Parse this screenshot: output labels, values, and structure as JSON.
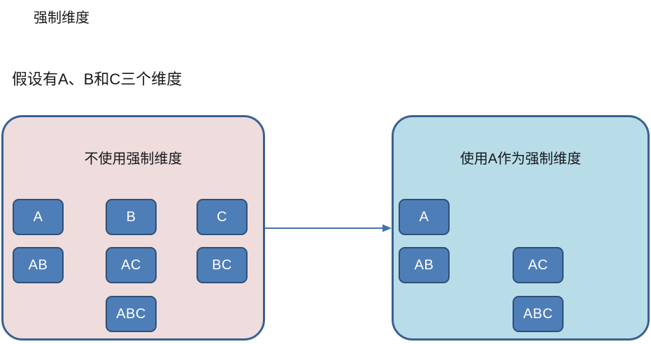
{
  "page": {
    "title": "强制维度",
    "assumption": "假设有A、B和C三个维度"
  },
  "colors": {
    "panel_border": "#39618f",
    "panel_left_fill": "#efdcdc",
    "panel_right_fill": "#b8dde8",
    "chip_fill": "#4e7eb8",
    "chip_border": "#2e5077",
    "chip_text": "#ffffff",
    "arrow": "#4472a8",
    "text": "#17181c"
  },
  "diagram": {
    "type": "comparison-diagram",
    "arrow_icon": "arrow-right-icon",
    "panels": [
      {
        "id": "no-forced-dimension",
        "title": "不使用强制维度",
        "fill": "#efdcdc",
        "chips": [
          {
            "label": "A",
            "col": 1,
            "row": 1
          },
          {
            "label": "B",
            "col": 2,
            "row": 1
          },
          {
            "label": "C",
            "col": 3,
            "row": 1
          },
          {
            "label": "AB",
            "col": 1,
            "row": 2
          },
          {
            "label": "AC",
            "col": 2,
            "row": 2
          },
          {
            "label": "BC",
            "col": 3,
            "row": 2
          },
          {
            "label": "ABC",
            "col": 2,
            "row": 3
          }
        ]
      },
      {
        "id": "forced-dimension-a",
        "title": "使用A作为强制维度",
        "fill": "#b8dde8",
        "chips": [
          {
            "label": "A",
            "col": 1,
            "row": 1
          },
          {
            "label": "AB",
            "col": 1,
            "row": 2
          },
          {
            "label": "AC",
            "col": 2,
            "row": 2
          },
          {
            "label": "ABC",
            "col": 2,
            "row": 3
          }
        ]
      }
    ]
  }
}
